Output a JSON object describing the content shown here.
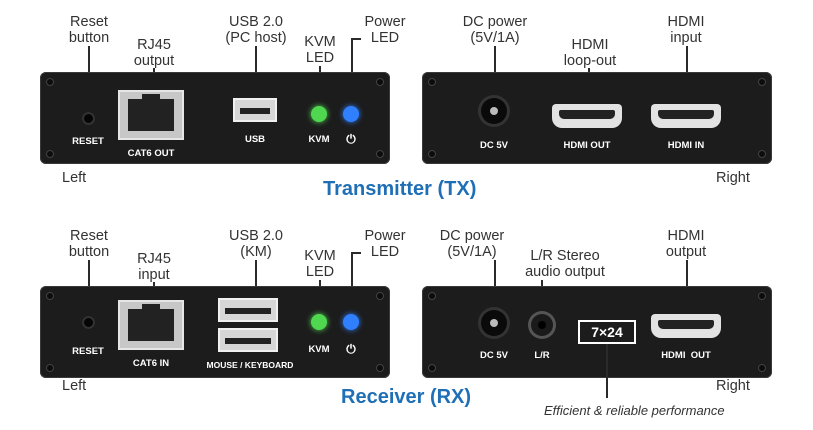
{
  "tx": {
    "title": "Transmitter (TX)",
    "left": "Left",
    "right": "Right",
    "callouts": {
      "reset": "Reset\nbutton",
      "rj45": "RJ45\noutput",
      "usb": "USB 2.0\n(PC host)",
      "kvm": "KVM\nLED",
      "power": "Power\nLED",
      "dc": "DC power\n(5V/1A)",
      "hdmi_loop": "HDMI\nloop-out",
      "hdmi": "HDMI\ninput"
    },
    "panel_labels": {
      "reset": "RESET",
      "cat6": "CAT6 OUT",
      "usb": "USB",
      "kvm": "KVM",
      "power": "⏻",
      "dc": "DC 5V",
      "hdmi_out": "HDMI OUT",
      "hdmi_in": "HDMI IN"
    }
  },
  "rx": {
    "title": "Receiver (RX)",
    "left": "Left",
    "right": "Right",
    "callouts": {
      "reset": "Reset\nbutton",
      "rj45": "RJ45\ninput",
      "usb": "USB 2.0\n(KM)",
      "kvm": "KVM\nLED",
      "power": "Power\nLED",
      "dc": "DC power\n(5V/1A)",
      "audio": "L/R Stereo\naudio output",
      "hdmi": "HDMI\noutput"
    },
    "panel_labels": {
      "reset": "RESET",
      "cat6": "CAT6 IN",
      "usb": "MOUSE / KEYBOARD",
      "kvm": "KVM",
      "power": "⏻",
      "dc": "DC 5V",
      "audio": "L/R",
      "hdmi": "HDMI  OUT"
    },
    "badge": "7×24",
    "tagline": "Efficient & reliable performance"
  },
  "colors": {
    "title": "#1f6fb6",
    "panel": "#1c1c1c",
    "kvm_led": "#4fd84f",
    "power_led": "#2f7fff"
  }
}
